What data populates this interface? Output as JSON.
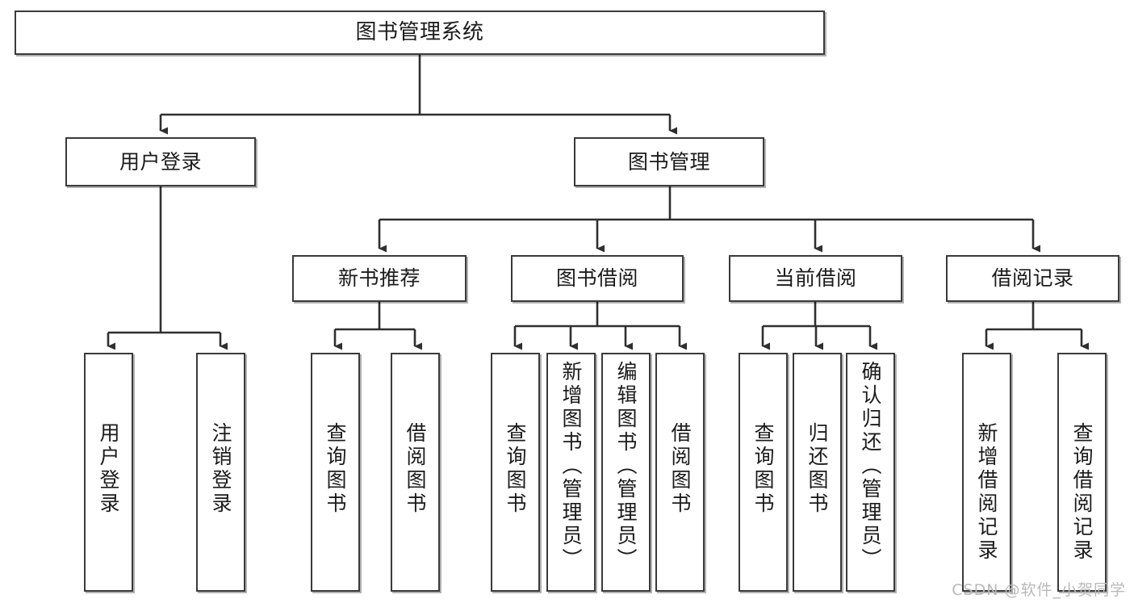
{
  "diagram": {
    "title": "图书管理系统",
    "type": "tree-hierarchy",
    "stroke_color": "#3a3a3a",
    "fill_color": "#ffffff",
    "text_color": "#1b1b1b"
  },
  "root": {
    "label": "图书管理系统"
  },
  "level2": [
    {
      "label": "用户登录"
    },
    {
      "label": "图书管理"
    }
  ],
  "level3": [
    {
      "label": "新书推荐"
    },
    {
      "label": "图书借阅"
    },
    {
      "label": "当前借阅"
    },
    {
      "label": "借阅记录"
    }
  ],
  "leaves": {
    "user_login": [
      {
        "label": "用户登录"
      },
      {
        "label": "注销登录"
      }
    ],
    "new_book": [
      {
        "label": "查询图书"
      },
      {
        "label": "借阅图书"
      }
    ],
    "book_borrow": [
      {
        "label": "查询图书"
      },
      {
        "label": "新增图书（管理员）"
      },
      {
        "label": "编辑图书（管理员）"
      },
      {
        "label": "借阅图书"
      }
    ],
    "current_borrow": [
      {
        "label": "查询图书"
      },
      {
        "label": "归还图书"
      },
      {
        "label": "确认归还（管理员）"
      }
    ],
    "borrow_record": [
      {
        "label": "新增借阅记录"
      },
      {
        "label": "查询借阅记录"
      }
    ]
  },
  "watermark": {
    "text": "CSDN @软件_小贺同学"
  }
}
